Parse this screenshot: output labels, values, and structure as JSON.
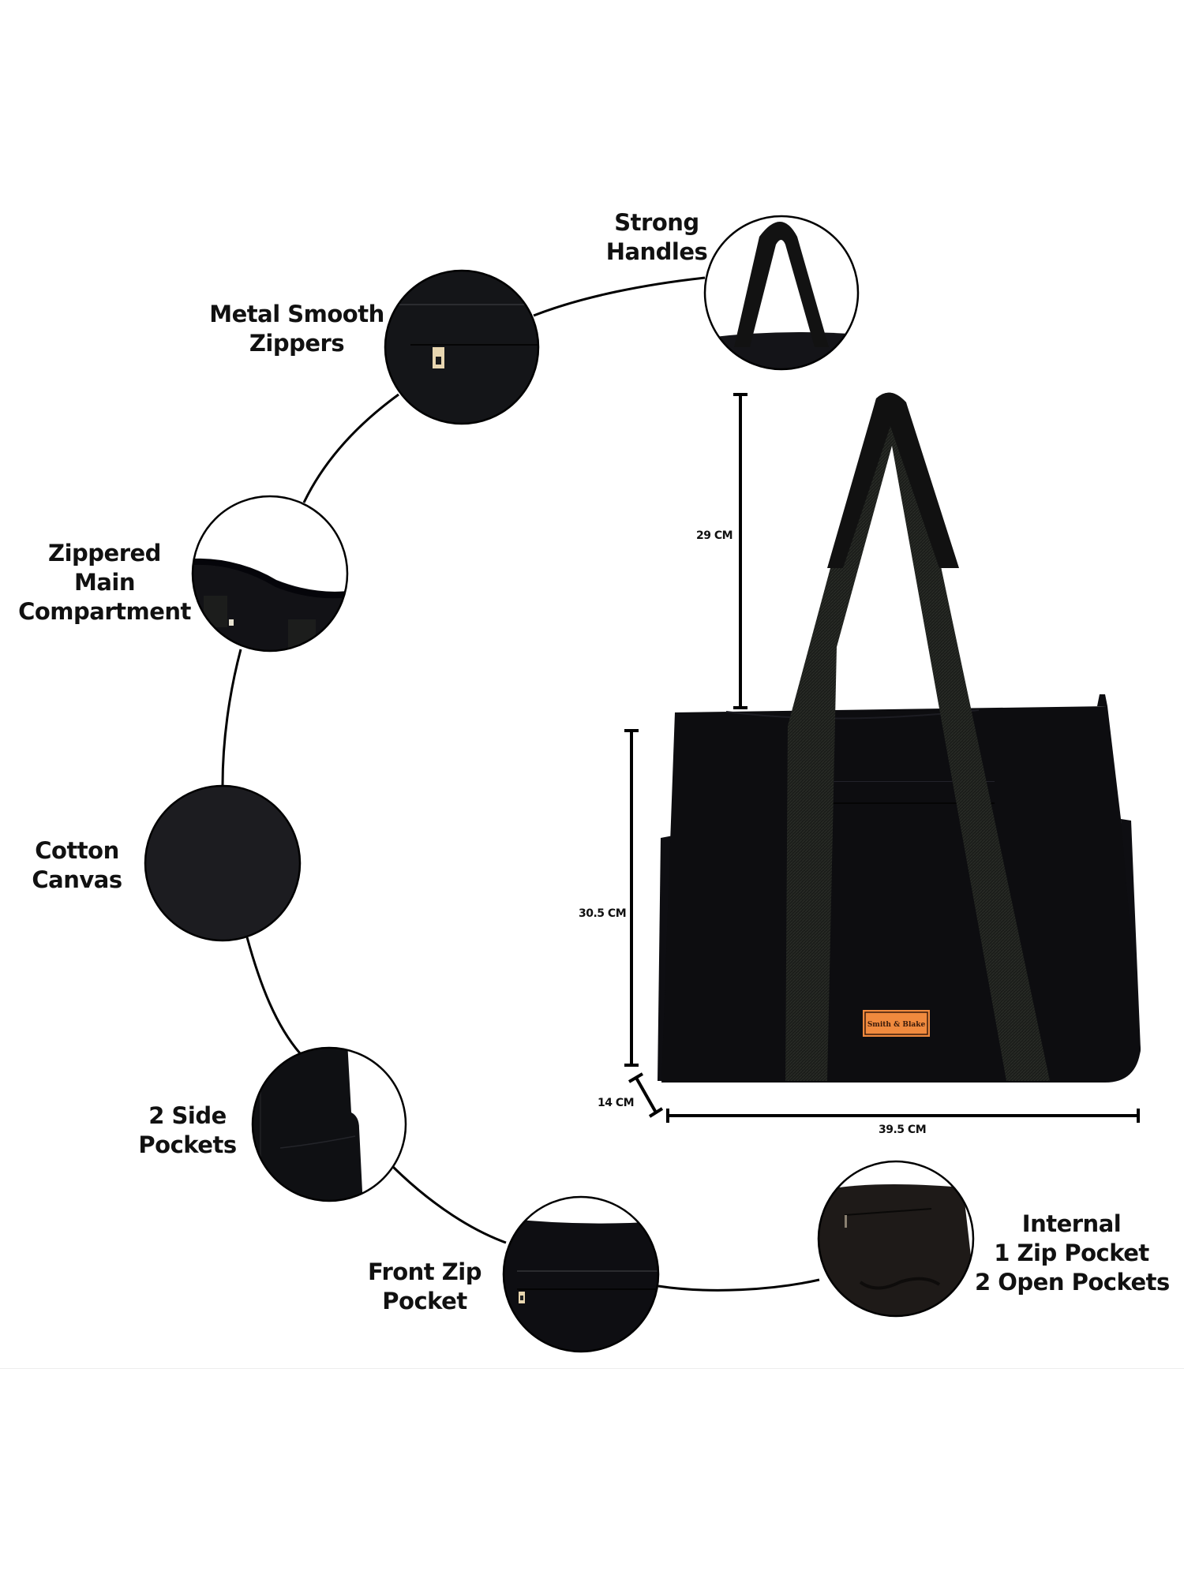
{
  "colors": {
    "background": "#ffffff",
    "text": "#111111",
    "bag_body": "#0d0d10",
    "strap": "#1d1f1c",
    "canvas_texture": "#1c1c20",
    "zipper_metal": "#e8d6b0",
    "brand_patch": "#f08a3e",
    "brand_patch_border": "#3a1a0a"
  },
  "features": [
    {
      "id": "strong-handles",
      "lines": [
        "Strong",
        "Handles"
      ]
    },
    {
      "id": "metal-smooth-zippers",
      "lines": [
        "Metal Smooth",
        "Zippers"
      ]
    },
    {
      "id": "zippered-main-compartment",
      "lines": [
        "Zippered",
        "Main",
        "Compartment"
      ]
    },
    {
      "id": "cotton-canvas",
      "lines": [
        "Cotton",
        "Canvas"
      ]
    },
    {
      "id": "side-pockets",
      "lines": [
        "2 Side",
        "Pockets"
      ]
    },
    {
      "id": "front-zip-pocket",
      "lines": [
        "Front Zip",
        "Pocket"
      ]
    },
    {
      "id": "internal-pockets",
      "lines": [
        "Internal",
        "1 Zip Pocket",
        "2 Open Pockets"
      ]
    }
  ],
  "dimensions": {
    "handle_drop": "29 CM",
    "height": "30.5 CM",
    "depth": "14 CM",
    "width": "39.5 CM"
  },
  "product": {
    "brand_label": "Smith & Blake"
  }
}
